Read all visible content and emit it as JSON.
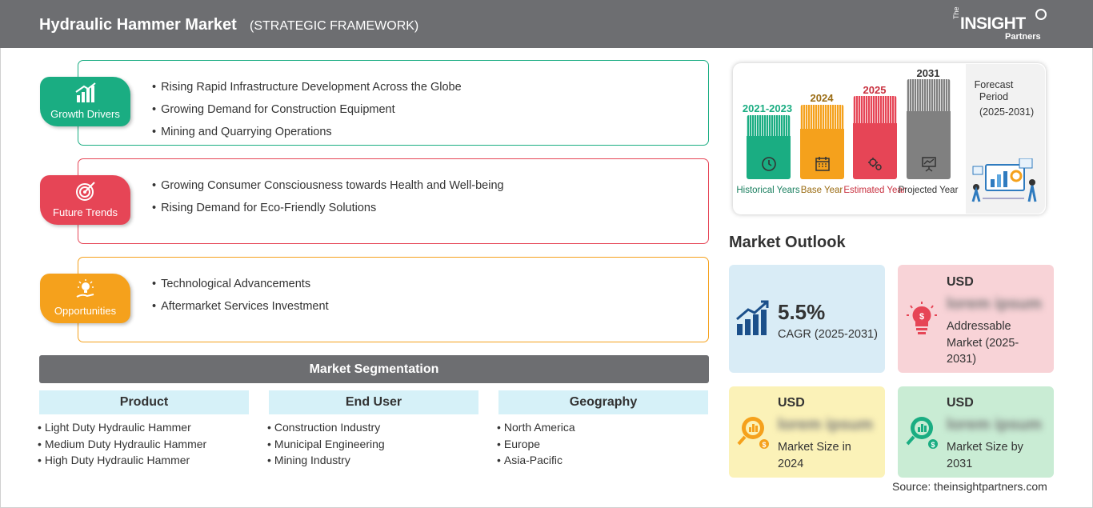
{
  "header": {
    "title": "Hydraulic Hammer Market",
    "subtitle": "(STRATEGIC FRAMEWORK)",
    "logo": {
      "the": "The",
      "insight": "INSIGHT",
      "partners": "Partners"
    }
  },
  "framework": {
    "growth_drivers": {
      "label": "Growth Drivers",
      "color": "#1aad82",
      "items": [
        "Rising Rapid Infrastructure Development Across the Globe",
        "Growing Demand for Construction Equipment",
        "Mining and Quarrying Operations"
      ]
    },
    "future_trends": {
      "label": "Future Trends",
      "color": "#e64556",
      "items": [
        "Growing Consumer Consciousness towards Health and Well-being",
        "Rising Demand for Eco-Friendly Solutions"
      ]
    },
    "opportunities": {
      "label": "Opportunities",
      "color": "#f5a11c",
      "items": [
        "Technological Advancements",
        "Aftermarket Services Investment"
      ]
    }
  },
  "segmentation": {
    "title": "Market Segmentation",
    "columns": [
      {
        "header": "Product",
        "items": [
          "Light Duty Hydraulic Hammer",
          "Medium Duty Hydraulic Hammer",
          "High Duty Hydraulic Hammer"
        ]
      },
      {
        "header": "End User",
        "items": [
          "Construction Industry",
          "Municipal Engineering",
          "Mining Industry"
        ]
      },
      {
        "header": "Geography",
        "items": [
          "North America",
          "Europe",
          "Asia-Pacific"
        ]
      }
    ]
  },
  "timeline": {
    "columns": [
      {
        "year": "2021-2023",
        "label": "Historical Years",
        "color": "#1aad82",
        "icon": "history-icon"
      },
      {
        "year": "2024",
        "label": "Base Year",
        "color": "#f5a11c",
        "icon": "calendar-icon"
      },
      {
        "year": "2025",
        "label": "Estimated Year",
        "color": "#e64556",
        "icon": "gears-icon"
      },
      {
        "year": "2031",
        "label": "Projected Year",
        "color": "#808080",
        "icon": "presentation-icon"
      }
    ],
    "forecast": {
      "title": "Forecast Period",
      "years": "(2025-2031)"
    }
  },
  "outlook": {
    "title": "Market Outlook",
    "cagr": {
      "value": "5.5%",
      "label": "CAGR (2025-2031)",
      "color": "#d9ecf6"
    },
    "addressable": {
      "usd": "USD",
      "value": "lorem ipsum",
      "label": "Addressable Market (2025-2031)",
      "color": "#f8d3d7"
    },
    "size_2024": {
      "usd": "USD",
      "value": "lorem ipsum",
      "label": "Market Size in 2024",
      "color": "#fbf2b8"
    },
    "size_2031": {
      "usd": "USD",
      "value": "lorem ipsum",
      "label": "Market Size by 2031",
      "color": "#c9ecd4"
    }
  },
  "source": "Source: theinsightpartners.com"
}
